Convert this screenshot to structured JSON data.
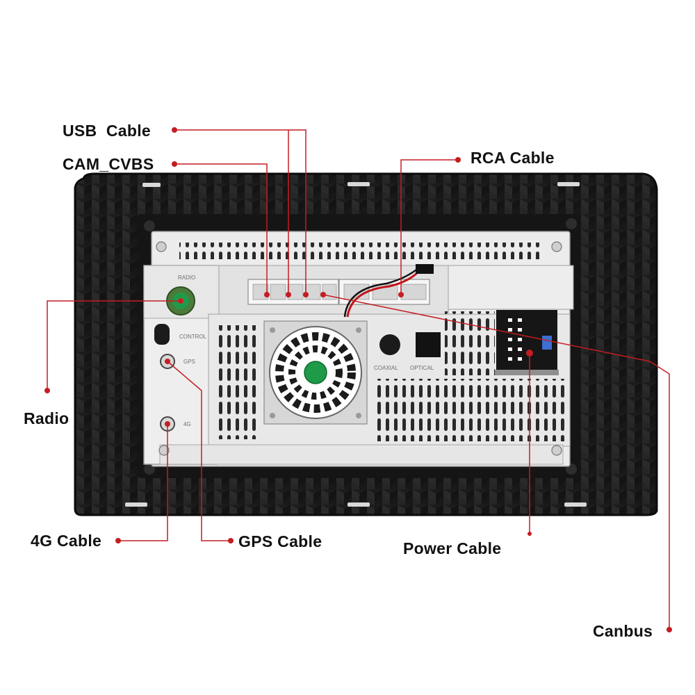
{
  "callouts": {
    "usb": "USB  Cable",
    "cam": "CAM_CVBS",
    "rca": "RCA Cable",
    "radio": "Radio",
    "g4": "4G Cable",
    "gps": "GPS Cable",
    "power": "Power Cable",
    "canbus": "Canbus"
  },
  "panel_labels": {
    "radio": "RADIO",
    "control": "CONTROL",
    "gps": "GPS",
    "g4": "4G",
    "coaxial": "COAXIAL",
    "optical": "OPTICAL"
  },
  "colors": {
    "leader": "#c41d23",
    "frame": "#1b1b1b",
    "chassis": "#e9e9e9",
    "label_text": "#111111"
  }
}
